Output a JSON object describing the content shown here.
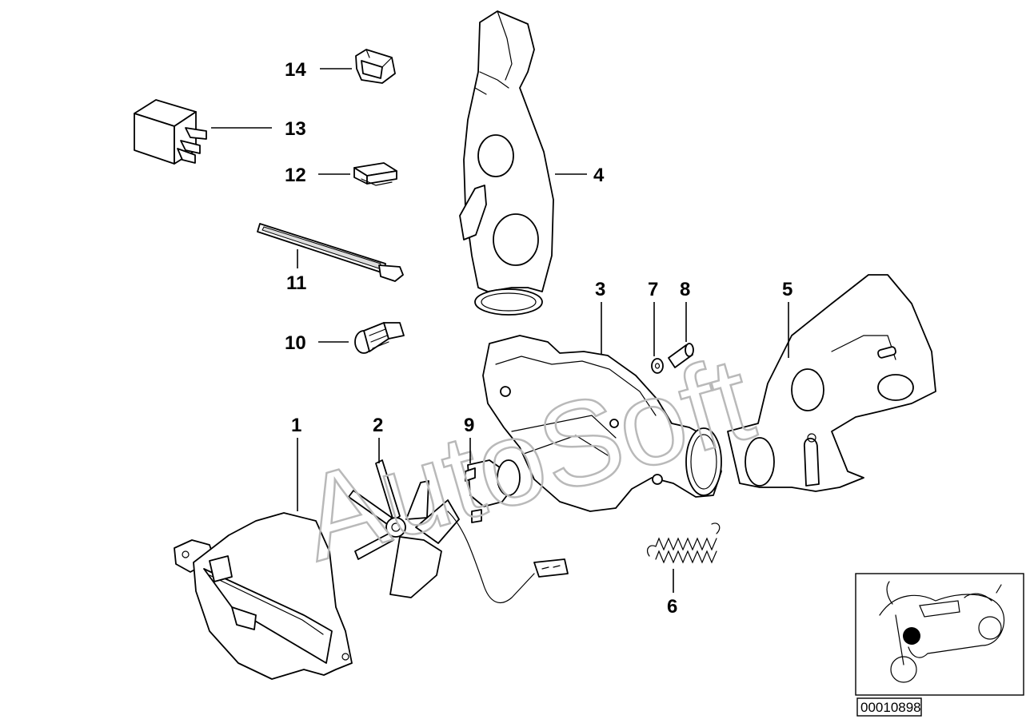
{
  "watermark": "AutoSoft",
  "callouts": [
    {
      "id": "1",
      "label": "1"
    },
    {
      "id": "2",
      "label": "2"
    },
    {
      "id": "3",
      "label": "3"
    },
    {
      "id": "4",
      "label": "4"
    },
    {
      "id": "5",
      "label": "5"
    },
    {
      "id": "6",
      "label": "6"
    },
    {
      "id": "7",
      "label": "7"
    },
    {
      "id": "8",
      "label": "8"
    },
    {
      "id": "9",
      "label": "9"
    },
    {
      "id": "10",
      "label": "10"
    },
    {
      "id": "11",
      "label": "11"
    },
    {
      "id": "12",
      "label": "12"
    },
    {
      "id": "13",
      "label": "13"
    },
    {
      "id": "14",
      "label": "14"
    }
  ],
  "document_id": "00010898",
  "colors": {
    "line": "#000000",
    "watermark": "#b9b9b9",
    "background": "#ffffff"
  }
}
